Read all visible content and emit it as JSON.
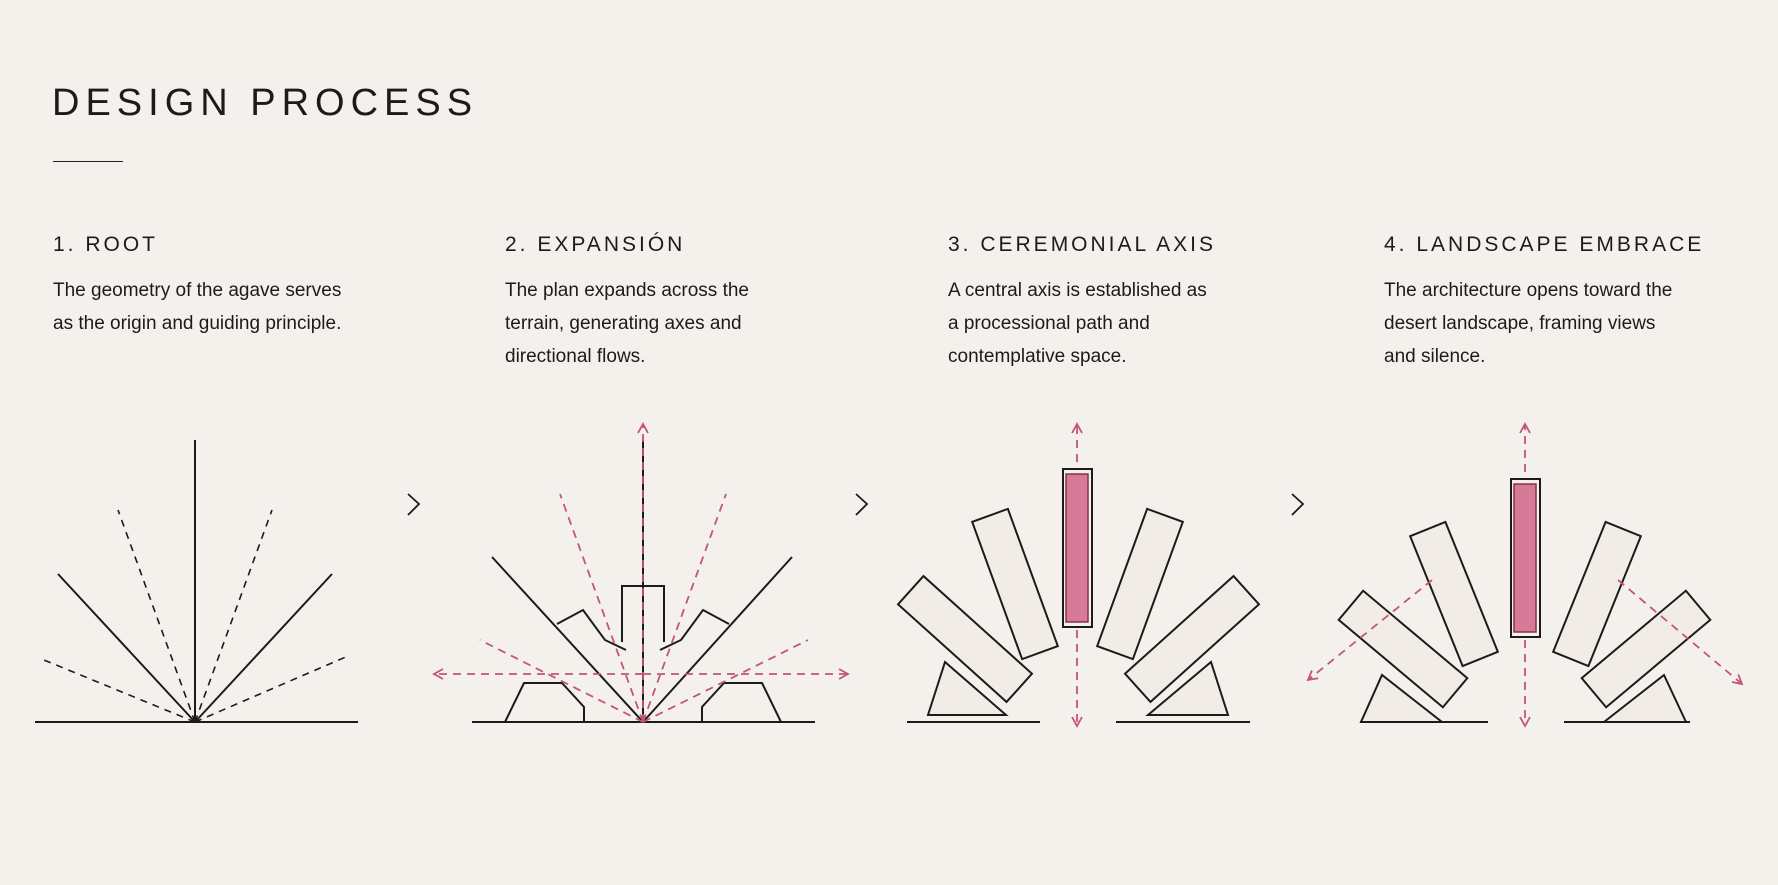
{
  "page": {
    "title": "DESIGN PROCESS"
  },
  "steps": [
    {
      "heading": "1.  ROOT",
      "text": "The geometry of the agave serves as the origin and guiding principle."
    },
    {
      "heading": "2.  EXPANSIÓN",
      "text": "The plan expands across the terrain, generating axes and directional flows."
    },
    {
      "heading": "3. CEREMONIAL AXIS",
      "text": "A central axis is established as a processional path and contemplative space."
    },
    {
      "heading": "4. LANDSCAPE EMBRACE",
      "text": "The architecture opens toward the desert landscape, framing views and silence."
    }
  ],
  "icons": {
    "separator": "chevron-right-icon"
  },
  "colors": {
    "background": "#f4f1ec",
    "ink": "#1b1b1b",
    "accent": "#c2557a",
    "accent_fill": "#d67b97"
  }
}
